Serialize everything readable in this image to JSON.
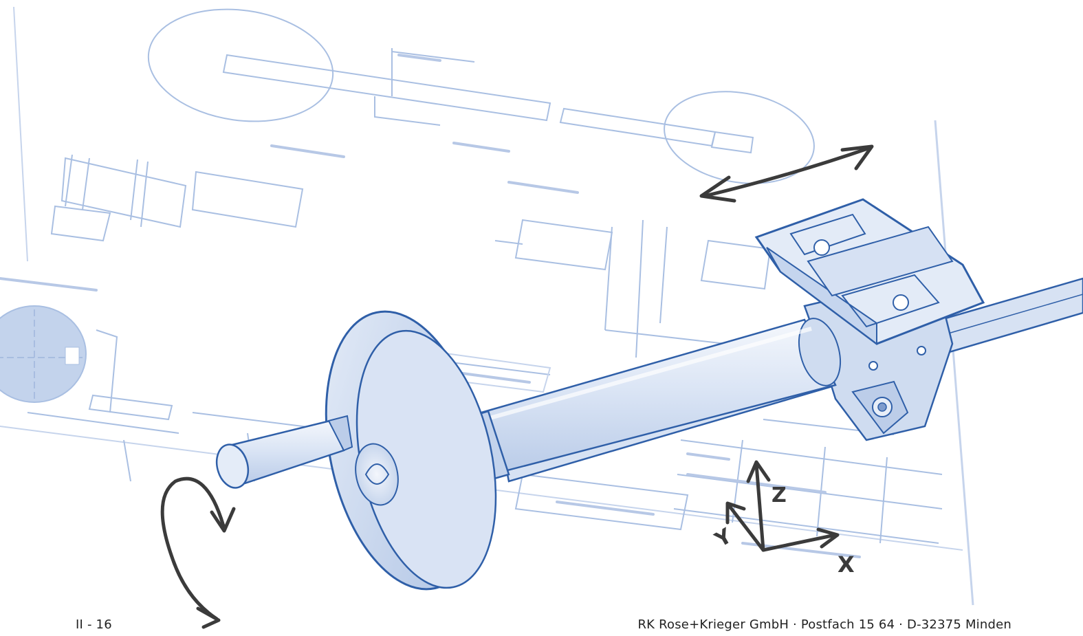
{
  "page": {
    "page_number": "II - 16",
    "company_address": "RK Rose+Krieger GmbH · Postfach 15 64 · D-32375 Minden"
  },
  "illustration": {
    "axis_labels": {
      "z": "Z",
      "y": "Y",
      "x": "X"
    },
    "colors": {
      "blueprint_line": "#9fb6dc",
      "blueprint_faint": "#c6d4ec",
      "part_outline": "#2f5fa8",
      "part_fill": "#dde7f6",
      "part_shade": "#bccde9",
      "arrow": "#3b3b3b",
      "text": "#222222"
    },
    "icons": [
      "double-arrow-icon",
      "rotation-arrow-icon",
      "xyz-axes-icon"
    ]
  }
}
